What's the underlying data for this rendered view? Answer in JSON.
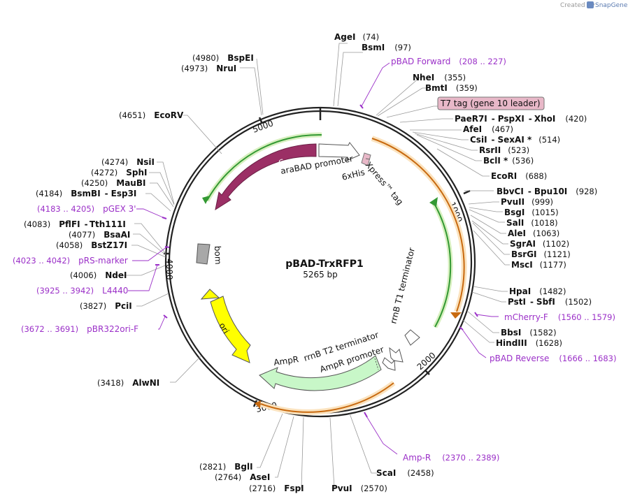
{
  "credit": {
    "created_by": "Created by",
    "brand": "SnapGene"
  },
  "map": {
    "name": "pBAD-TrxRFP1",
    "length": "5265 bp"
  },
  "ticks": [
    "1000",
    "2000",
    "3000",
    "4000",
    "5000"
  ],
  "enzymes": {
    "agei": {
      "name": "AgeI",
      "pos": "(74)"
    },
    "bsmi": {
      "name": "BsmI",
      "pos": "(97)"
    },
    "nhei": {
      "name": "NheI",
      "pos": "(355)"
    },
    "bmti": {
      "name": "BmtI",
      "pos": "(359)"
    },
    "paer7i": {
      "name": "PaeR7I",
      "sep1": "-",
      "name2": "PspXI",
      "sep2": "-",
      "name3": "XhoI",
      "pos": "(420)"
    },
    "afei": {
      "name": "AfeI",
      "pos": "(467)"
    },
    "csii": {
      "name": "CsiI",
      "sep1": "-",
      "name2": "SexAI *",
      "pos": "(514)"
    },
    "rsrii": {
      "name": "RsrII",
      "pos": "(523)"
    },
    "bcli": {
      "name": "BclI *",
      "pos": "(536)"
    },
    "ecori": {
      "name": "EcoRI",
      "pos": "(688)"
    },
    "bbvci": {
      "name": "BbvCI",
      "sep1": "-",
      "name2": "Bpu10I",
      "pos": "(928)"
    },
    "pvuii": {
      "name": "PvuII",
      "pos": "(999)"
    },
    "bsgi": {
      "name": "BsgI",
      "pos": "(1015)"
    },
    "sali": {
      "name": "SalI",
      "pos": "(1018)"
    },
    "alei": {
      "name": "AleI",
      "pos": "(1063)"
    },
    "sgrai": {
      "name": "SgrAI",
      "pos": "(1102)"
    },
    "bsrgi": {
      "name": "BsrGI",
      "pos": "(1121)"
    },
    "msci": {
      "name": "MscI",
      "pos": "(1177)"
    },
    "hpai": {
      "name": "HpaI",
      "pos": "(1482)"
    },
    "psti": {
      "name": "PstI",
      "sep1": "-",
      "name2": "SbfI",
      "pos": "(1502)"
    },
    "bbsi": {
      "name": "BbsI",
      "pos": "(1582)"
    },
    "hindiii": {
      "name": "HindIII",
      "pos": "(1628)"
    },
    "scai": {
      "name": "ScaI",
      "pos": "(2458)"
    },
    "pvui": {
      "name": "PvuI",
      "pos": "(2570)"
    },
    "fspi": {
      "name": "FspI",
      "pos": "(2716)"
    },
    "asei": {
      "name": "AseI",
      "pos": "(2764)"
    },
    "bgli": {
      "name": "BglI",
      "pos": "(2821)"
    },
    "alwni": {
      "name": "AlwNI",
      "pos": "(3418)"
    },
    "pcii": {
      "name": "PciI",
      "pos": "(3827)"
    },
    "ndei": {
      "name": "NdeI",
      "pos": "(4006)"
    },
    "bstz17i": {
      "name": "BstZ17I",
      "pos": "(4058)"
    },
    "bsaai": {
      "name": "BsaAI",
      "pos": "(4077)"
    },
    "pflfi": {
      "name": "PflFI",
      "sep1": "-",
      "name2": "Tth111I",
      "pos": "(4083)"
    },
    "bsmbi": {
      "name": "BsmBI",
      "sep1": "-",
      "name2": "Esp3I",
      "pos": "(4184)"
    },
    "maubi": {
      "name": "MauBI",
      "pos": "(4250)"
    },
    "sphi": {
      "name": "SphI",
      "pos": "(4272)"
    },
    "nsii": {
      "name": "NsiI",
      "pos": "(4274)"
    },
    "ecorv": {
      "name": "EcoRV",
      "pos": "(4651)"
    },
    "nrui": {
      "name": "NruI",
      "pos": "(4973)"
    },
    "bspei": {
      "name": "BspEI",
      "pos": "(4980)"
    }
  },
  "primers": {
    "pbad_forward": {
      "name": "pBAD Forward",
      "pos": "(208 .. 227)"
    },
    "mcherry_f": {
      "name": "mCherry-F",
      "pos": "(1560 .. 1579)"
    },
    "pbad_reverse": {
      "name": "pBAD Reverse",
      "pos": "(1666 .. 1683)"
    },
    "amp_r": {
      "name": "Amp-R",
      "pos": "(2370 .. 2389)"
    },
    "pbr322ori_f": {
      "name": "pBR322ori-F",
      "pos": "(3672 .. 3691)"
    },
    "l4440": {
      "name": "L4440",
      "pos": "(3925 .. 3942)"
    },
    "prs_marker": {
      "name": "pRS-marker",
      "pos": "(4023 .. 4042)"
    },
    "pgex3": {
      "name": "pGEX 3'",
      "pos": "(4183 .. 4205)"
    }
  },
  "features": {
    "t7_tag": "T7 tag (gene 10 leader)",
    "arac": "araC",
    "arabad_promoter": "araBAD promoter",
    "his6": "6xHis",
    "xpress_tag": "Xpress™ tag",
    "rrnb_t1": "rrnB T1 terminator",
    "rrnb_t2": "rrnB T2 terminator",
    "ampr_promoter": "AmpR promoter",
    "ampr": "AmpR",
    "ori": "ori",
    "bom": "bom"
  },
  "colors": {
    "arac": "#9b2f65",
    "ampr": "#c8f7c8",
    "ori": "#ffff00",
    "bom": "#a8a8a8",
    "t7_tag": "#e8b8c8",
    "primer": "#9b30c8",
    "orange_feature": "#f0a040",
    "green_feature": "#339933"
  }
}
